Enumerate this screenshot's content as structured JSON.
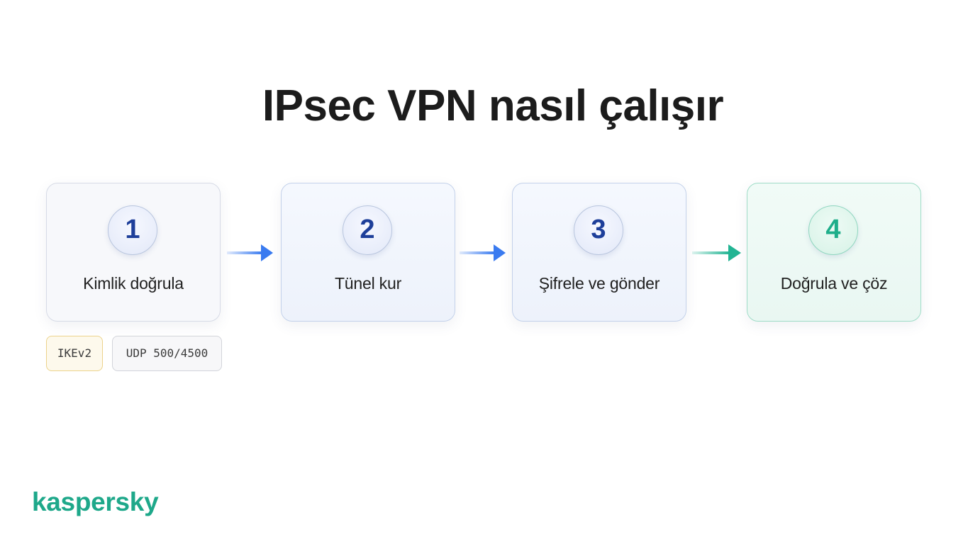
{
  "title": "IPsec VPN nasıl çalışır",
  "steps": [
    {
      "number": "1",
      "label": "Kimlik doğrula"
    },
    {
      "number": "2",
      "label": "Tünel kur"
    },
    {
      "number": "3",
      "label": "Şifrele ve gönder"
    },
    {
      "number": "4",
      "label": "Doğrula ve çöz"
    }
  ],
  "tags": [
    {
      "label": "IKEv2"
    },
    {
      "label": "UDP 500/4500"
    }
  ],
  "brand": {
    "name": "kaspersky",
    "color": "#1ea88a"
  },
  "colors": {
    "step_number": "#1e3f9a",
    "arrow_blue": "#3a7bf0",
    "arrow_teal": "#22b493",
    "final_step": "#1fae8a"
  },
  "icons": [
    "arrow-right-icon"
  ]
}
